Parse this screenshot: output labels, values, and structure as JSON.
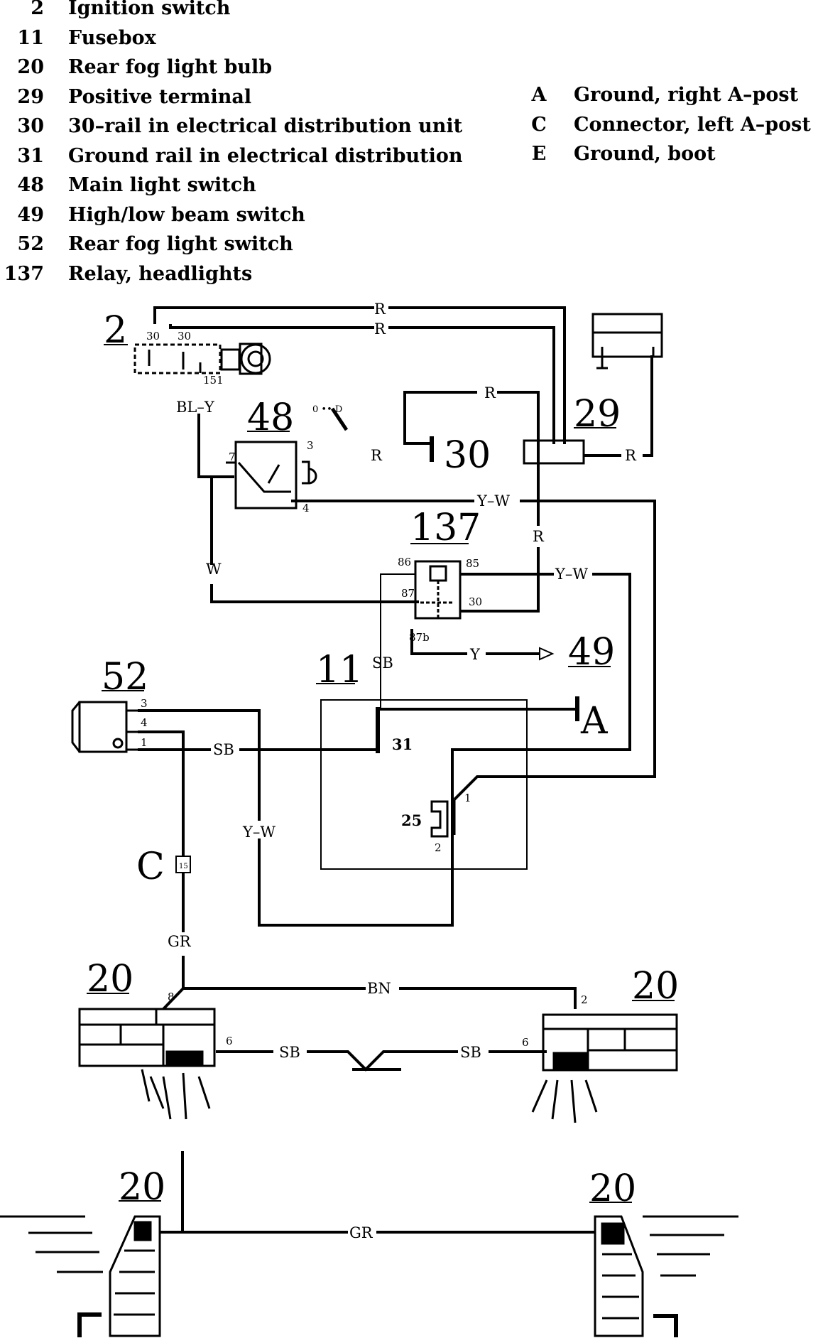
{
  "legend_left": [
    {
      "num": "2",
      "text": "Ignition switch"
    },
    {
      "num": "11",
      "text": "Fusebox"
    },
    {
      "num": "20",
      "text": "Rear fog light bulb"
    },
    {
      "num": "29",
      "text": "Positive terminal"
    },
    {
      "num": "30",
      "text": "30–rail in electrical distribution unit"
    },
    {
      "num": "31",
      "text": "Ground rail in electrical distribution"
    },
    {
      "num": "48",
      "text": "Main light switch"
    },
    {
      "num": "49",
      "text": "High/low beam switch"
    },
    {
      "num": "52",
      "text": "Rear fog light switch"
    },
    {
      "num": "137",
      "text": "Relay, headlights"
    }
  ],
  "legend_right": [
    {
      "num": "A",
      "text": "Ground, right A–post"
    },
    {
      "num": "C",
      "text": "Connector, left A–post"
    },
    {
      "num": "E",
      "text": "Ground, boot"
    }
  ],
  "components": {
    "c2": "2",
    "c48": "48",
    "c29": "29",
    "c30": "30",
    "c137": "137",
    "c49": "49",
    "c52": "52",
    "c11": "11",
    "c31": "31",
    "cA": "A",
    "c25": "25",
    "cC": "C",
    "c20a": "20",
    "c20b": "20",
    "c20c": "20",
    "c20d": "20"
  },
  "wires": {
    "r1": "R",
    "r2": "R",
    "r3": "R",
    "r4": "R",
    "r5": "R",
    "r6": "R",
    "bly": "BL–Y",
    "yw1": "Y–W",
    "yw2": "Y–W",
    "yw3": "Y–W",
    "w": "W",
    "sb1": "SB",
    "sb2": "SB",
    "sb3": "SB",
    "sb4": "SB",
    "y": "Y",
    "gr1": "GR",
    "gr2": "GR",
    "bn": "BN"
  },
  "pins": {
    "p30a": "30",
    "p30b": "30",
    "p151": "151",
    "p3": "3",
    "p7": "7",
    "p4": "4",
    "p86": "86",
    "p85": "85",
    "p87": "87",
    "p30": "30",
    "p87b": "87b",
    "p52_3": "3",
    "p52_4": "4",
    "p52_1": "1",
    "p25_1": "1",
    "p25_2": "2",
    "pC15": "15",
    "p8": "8",
    "p6a": "6",
    "p2": "2",
    "p6b": "6"
  },
  "switch48_marks": "0  ••  D"
}
